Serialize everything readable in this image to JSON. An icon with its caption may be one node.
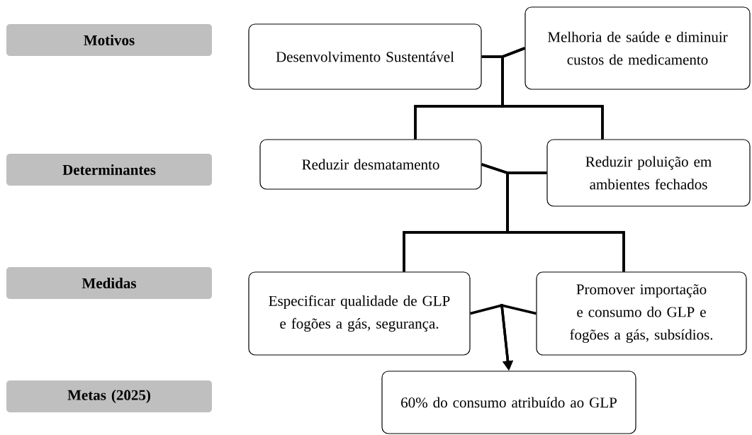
{
  "diagram": {
    "nodes": [
      {
        "text": [
          "Motivos"
        ]
      },
      {
        "text": [
          "Desenvolvimento Sustentável"
        ]
      },
      {
        "text": [
          "Melhoria de saúde e diminuir custos de medicamento"
        ]
      },
      {
        "text": [
          "Determinantes"
        ]
      },
      {
        "text": [
          "Reduzir desmatamento"
        ]
      },
      {
        "text": [
          "Reduzir poluição em ambientes fechados"
        ]
      },
      {
        "text": [
          "Medidas"
        ]
      },
      {
        "text": [
          "Especificar qualidade de GLP e fogões a gás, segurança."
        ]
      },
      {
        "text": [
          "Promover importação e consumo do GLP e fogões a gás, subsídios."
        ]
      },
      {
        "text": [
          "Metas (2025)"
        ]
      },
      {
        "text": [
          "60% do consumo atribuído ao GLP"
        ]
      }
    ],
    "edges": [
      {
        "from": 1,
        "to": 4,
        "arrow": "none"
      },
      {
        "from": 1,
        "to": 5,
        "arrow": "none"
      },
      {
        "from": 2,
        "to": 4,
        "arrow": "none"
      },
      {
        "from": 2,
        "to": 5,
        "arrow": "none"
      },
      {
        "from": 4,
        "to": 7,
        "arrow": "none"
      },
      {
        "from": 4,
        "to": 8,
        "arrow": "none"
      },
      {
        "from": 5,
        "to": 7,
        "arrow": "none"
      },
      {
        "from": 5,
        "to": 8,
        "arrow": "none"
      },
      {
        "from": 7,
        "to": 10,
        "arrow": "to"
      },
      {
        "from": 8,
        "to": 10,
        "arrow": "to"
      }
    ]
  }
}
